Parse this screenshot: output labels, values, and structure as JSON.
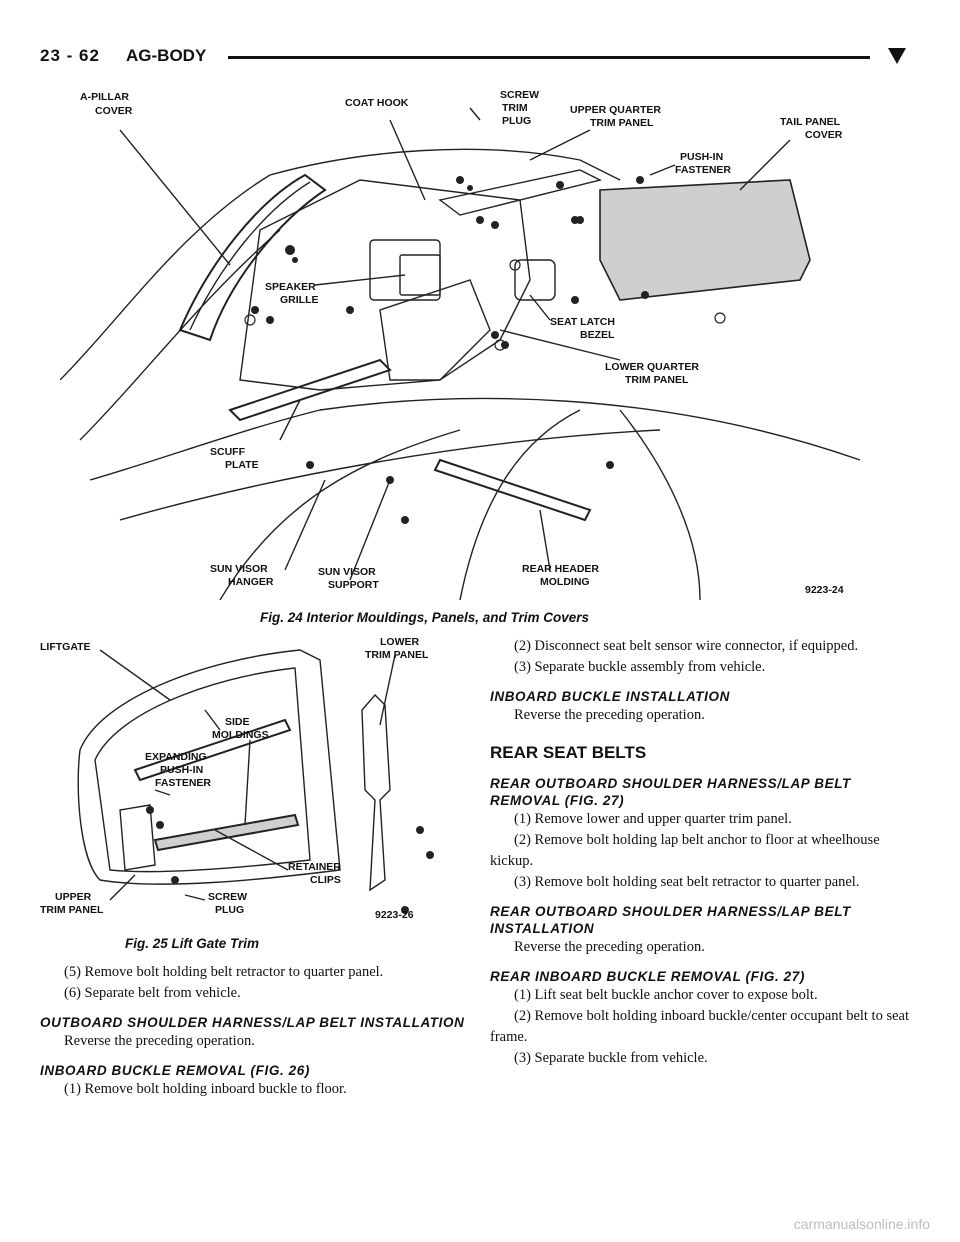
{
  "header": {
    "page_number": "23 - 62",
    "section": "AG-BODY"
  },
  "figure24": {
    "caption": "Fig. 24 Interior Mouldings, Panels, and Trim Covers",
    "code": "9223-24",
    "labels": {
      "a_pillar_1": "A-PILLAR",
      "a_pillar_2": "COVER",
      "coat_hook": "COAT HOOK",
      "screw_1": "SCREW",
      "screw_2": "TRIM",
      "screw_3": "PLUG",
      "uq_1": "UPPER QUARTER",
      "uq_2": "TRIM PANEL",
      "tail_1": "TAIL PANEL",
      "tail_2": "COVER",
      "push_1": "PUSH-IN",
      "push_2": "FASTENER",
      "speaker_1": "SPEAKER",
      "speaker_2": "GRILLE",
      "latch_1": "SEAT LATCH",
      "latch_2": "BEZEL",
      "lq_1": "LOWER QUARTER",
      "lq_2": "TRIM PANEL",
      "scuff_1": "SCUFF",
      "scuff_2": "PLATE",
      "hanger_1": "SUN VISOR",
      "hanger_2": "HANGER",
      "support_1": "SUN VISOR",
      "support_2": "SUPPORT",
      "header_1": "REAR HEADER",
      "header_2": "MOLDING"
    }
  },
  "figure25": {
    "caption": "Fig. 25 Lift Gate Trim",
    "code": "9223-26",
    "labels": {
      "liftgate": "LIFTGATE",
      "ltp_1": "LOWER",
      "ltp_2": "TRIM PANEL",
      "side_1": "SIDE",
      "side_2": "MOLDINGS",
      "exp_1": "EXPANDING",
      "exp_2": "PUSH-IN",
      "exp_3": "FASTENER",
      "ret_1": "RETAINER",
      "ret_2": "CLIPS",
      "utp_1": "UPPER",
      "utp_2": "TRIM PANEL",
      "sp_1": "SCREW",
      "sp_2": "PLUG"
    }
  },
  "left_column": {
    "p1": "(5) Remove bolt holding belt retractor to quarter panel.",
    "p2": "(6) Separate belt from vehicle.",
    "h1": "OUTBOARD SHOULDER HARNESS/LAP BELT INSTALLATION",
    "p3": "Reverse the preceding operation.",
    "h2": "INBOARD BUCKLE REMOVAL (FIG. 26)",
    "p4": "(1) Remove bolt holding inboard buckle to floor."
  },
  "right_column": {
    "p1": "(2) Disconnect seat belt sensor wire connector, if equipped.",
    "p2": "(3) Separate buckle assembly from vehicle.",
    "h1": "INBOARD BUCKLE INSTALLATION",
    "p3": "Reverse the preceding operation.",
    "section": "REAR SEAT BELTS",
    "h2": "REAR OUTBOARD SHOULDER HARNESS/LAP BELT REMOVAL (FIG. 27)",
    "p4": "(1) Remove lower and upper quarter trim panel.",
    "p5": "(2) Remove bolt holding lap belt anchor to floor at wheelhouse kickup.",
    "p6": "(3) Remove bolt holding seat belt retractor to quarter panel.",
    "h3": "REAR OUTBOARD SHOULDER HARNESS/LAP BELT INSTALLATION",
    "p7": "Reverse the preceding operation.",
    "h4": "REAR INBOARD BUCKLE REMOVAL (FIG. 27)",
    "p8": "(1) Lift seat belt buckle anchor cover to expose bolt.",
    "p9": "(2) Remove bolt holding inboard buckle/center occupant belt to seat frame.",
    "p10": "(3) Separate buckle from vehicle."
  },
  "footer": {
    "watermark": "carmanualsonline.info"
  }
}
